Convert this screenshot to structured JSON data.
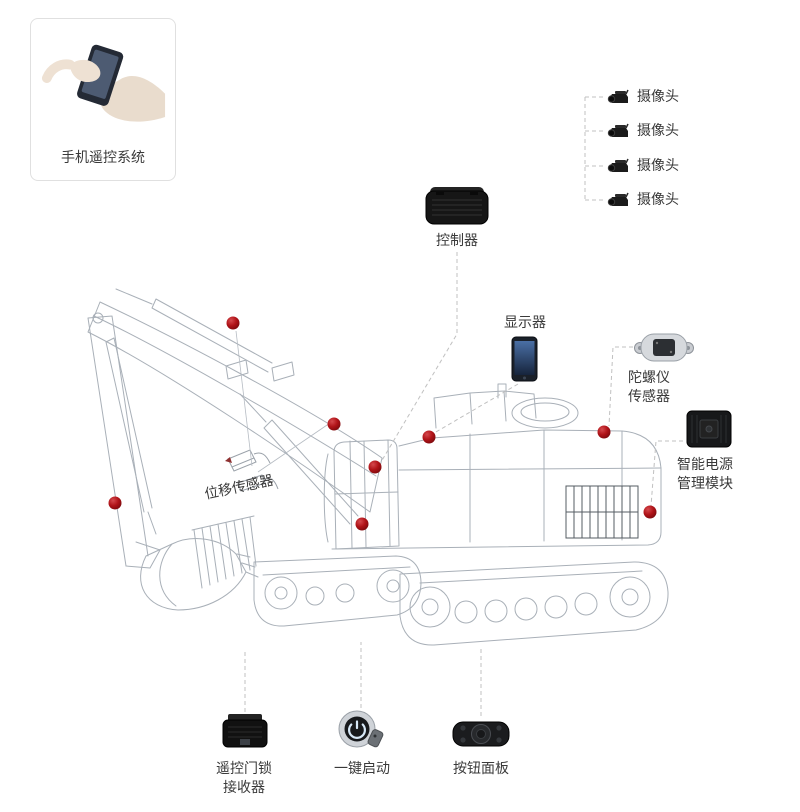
{
  "diagram": {
    "phone_system": {
      "label": "手机遥控系统"
    },
    "cameras": {
      "items": [
        {
          "label": "摄像头"
        },
        {
          "label": "摄像头"
        },
        {
          "label": "摄像头"
        },
        {
          "label": "摄像头"
        }
      ]
    },
    "controller": {
      "label": "控制器"
    },
    "display": {
      "label": "显示器"
    },
    "gyro_sensor": {
      "label_line1": "陀螺仪",
      "label_line2": "传感器"
    },
    "power_module": {
      "label_line1": "智能电源",
      "label_line2": "管理模块"
    },
    "displacement_sensor": {
      "label": "位移传感器"
    },
    "door_lock_receiver": {
      "label_line1": "遥控门锁",
      "label_line2": "接收器"
    },
    "one_key_start": {
      "label": "一键启动"
    },
    "button_panel": {
      "label": "按钮面板"
    }
  },
  "colors": {
    "marker_red": "#b01318",
    "sketch_gray": "#a9b0b8",
    "dash_gray": "#c0c0c0",
    "text_gray": "#3a3a3a",
    "card_border": "#e0e0e0"
  }
}
